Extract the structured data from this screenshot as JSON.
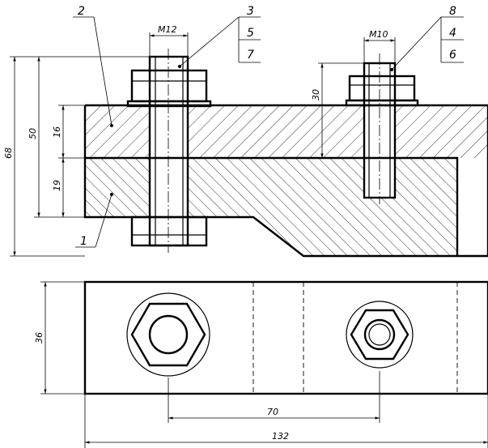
{
  "labels": {
    "part_1": "1",
    "part_2": "2",
    "part_3": "3",
    "part_5": "5",
    "part_7": "7",
    "part_8": "8",
    "part_4": "4",
    "part_6": "6"
  },
  "dimensions": {
    "bolt_left": "M12",
    "bolt_right": "M10",
    "total_height": "68",
    "height_50": "50",
    "top_plate": "16",
    "bottom_plate": "19",
    "depth_30": "30",
    "width_36": "36",
    "spacing": "70",
    "total_length": "132"
  }
}
